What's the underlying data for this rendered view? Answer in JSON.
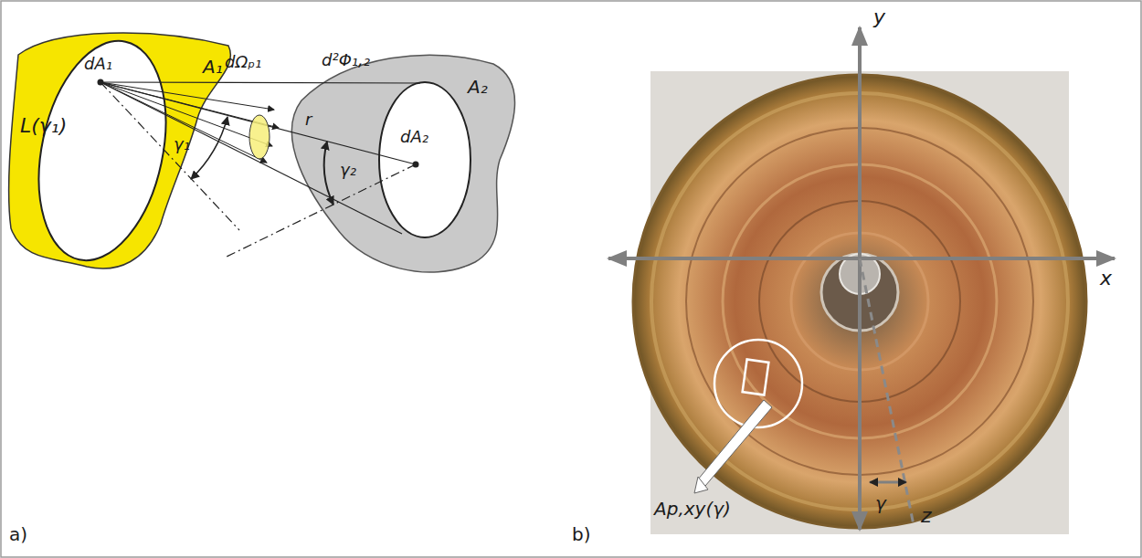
{
  "diagram": {
    "labels": [
      "a)",
      "A₁",
      "dA₁",
      "L(γ₁)",
      "dΩₚ₁",
      "d²Φ₁,₂",
      "r",
      "γ₁",
      "A₂",
      "dA₂",
      "γ₂",
      "b)",
      "y",
      "x",
      "γ",
      "z",
      "Ap,xy(γ)"
    ]
  }
}
